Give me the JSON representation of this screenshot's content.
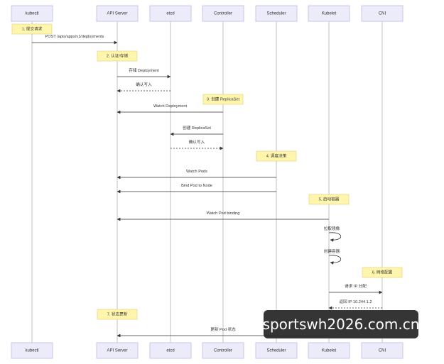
{
  "participants": [
    "kubectl",
    "API Server",
    "etcd",
    "Controller",
    "Scheduler",
    "Kubelet",
    "CNI"
  ],
  "notes": [
    {
      "at": 0,
      "text": "1. 提交请求"
    },
    {
      "at": 1,
      "text": "2. 认证/存储"
    },
    {
      "at": 3,
      "text": "3. 创建 ReplicaSet"
    },
    {
      "at": 4,
      "text": "4. 调度决策"
    },
    {
      "at": 5,
      "text": "5. 启动容器"
    },
    {
      "at": 6,
      "text": "6. 网络配置"
    },
    {
      "at": 1,
      "text": "7. 状态更新"
    }
  ],
  "messages": [
    {
      "from": 0,
      "to": 1,
      "text": "POST /apis/apps/v1/deployments",
      "dashed": false
    },
    {
      "from": 1,
      "to": 2,
      "text": "存储 Deployment",
      "dashed": false
    },
    {
      "from": 2,
      "to": 1,
      "text": "确认写入",
      "dashed": true
    },
    {
      "from": 3,
      "to": 1,
      "text": "Watch Deployment",
      "dashed": false
    },
    {
      "from": 3,
      "to": 2,
      "text": "创建 ReplicaSet",
      "dashed": false
    },
    {
      "from": 2,
      "to": 3,
      "text": "确认写入",
      "dashed": true
    },
    {
      "from": 4,
      "to": 1,
      "text": "Watch Pods",
      "dashed": false
    },
    {
      "from": 4,
      "to": 1,
      "text": "Bind Pod to Node",
      "dashed": false
    },
    {
      "from": 5,
      "to": 1,
      "text": "Watch Pod binding",
      "dashed": false
    },
    {
      "from": 5,
      "to": 5,
      "text": "拉取镜像",
      "dashed": false
    },
    {
      "from": 5,
      "to": 5,
      "text": "创建容器",
      "dashed": false
    },
    {
      "from": 5,
      "to": 6,
      "text": "请求 IP 分配",
      "dashed": false
    },
    {
      "from": 6,
      "to": 5,
      "text": "返回 IP 10.244.1.2",
      "dashed": true
    },
    {
      "from": 5,
      "to": 1,
      "text": "更新 Pod 状态",
      "dashed": false
    }
  ],
  "watermark": "sportswh2026.com.cn"
}
